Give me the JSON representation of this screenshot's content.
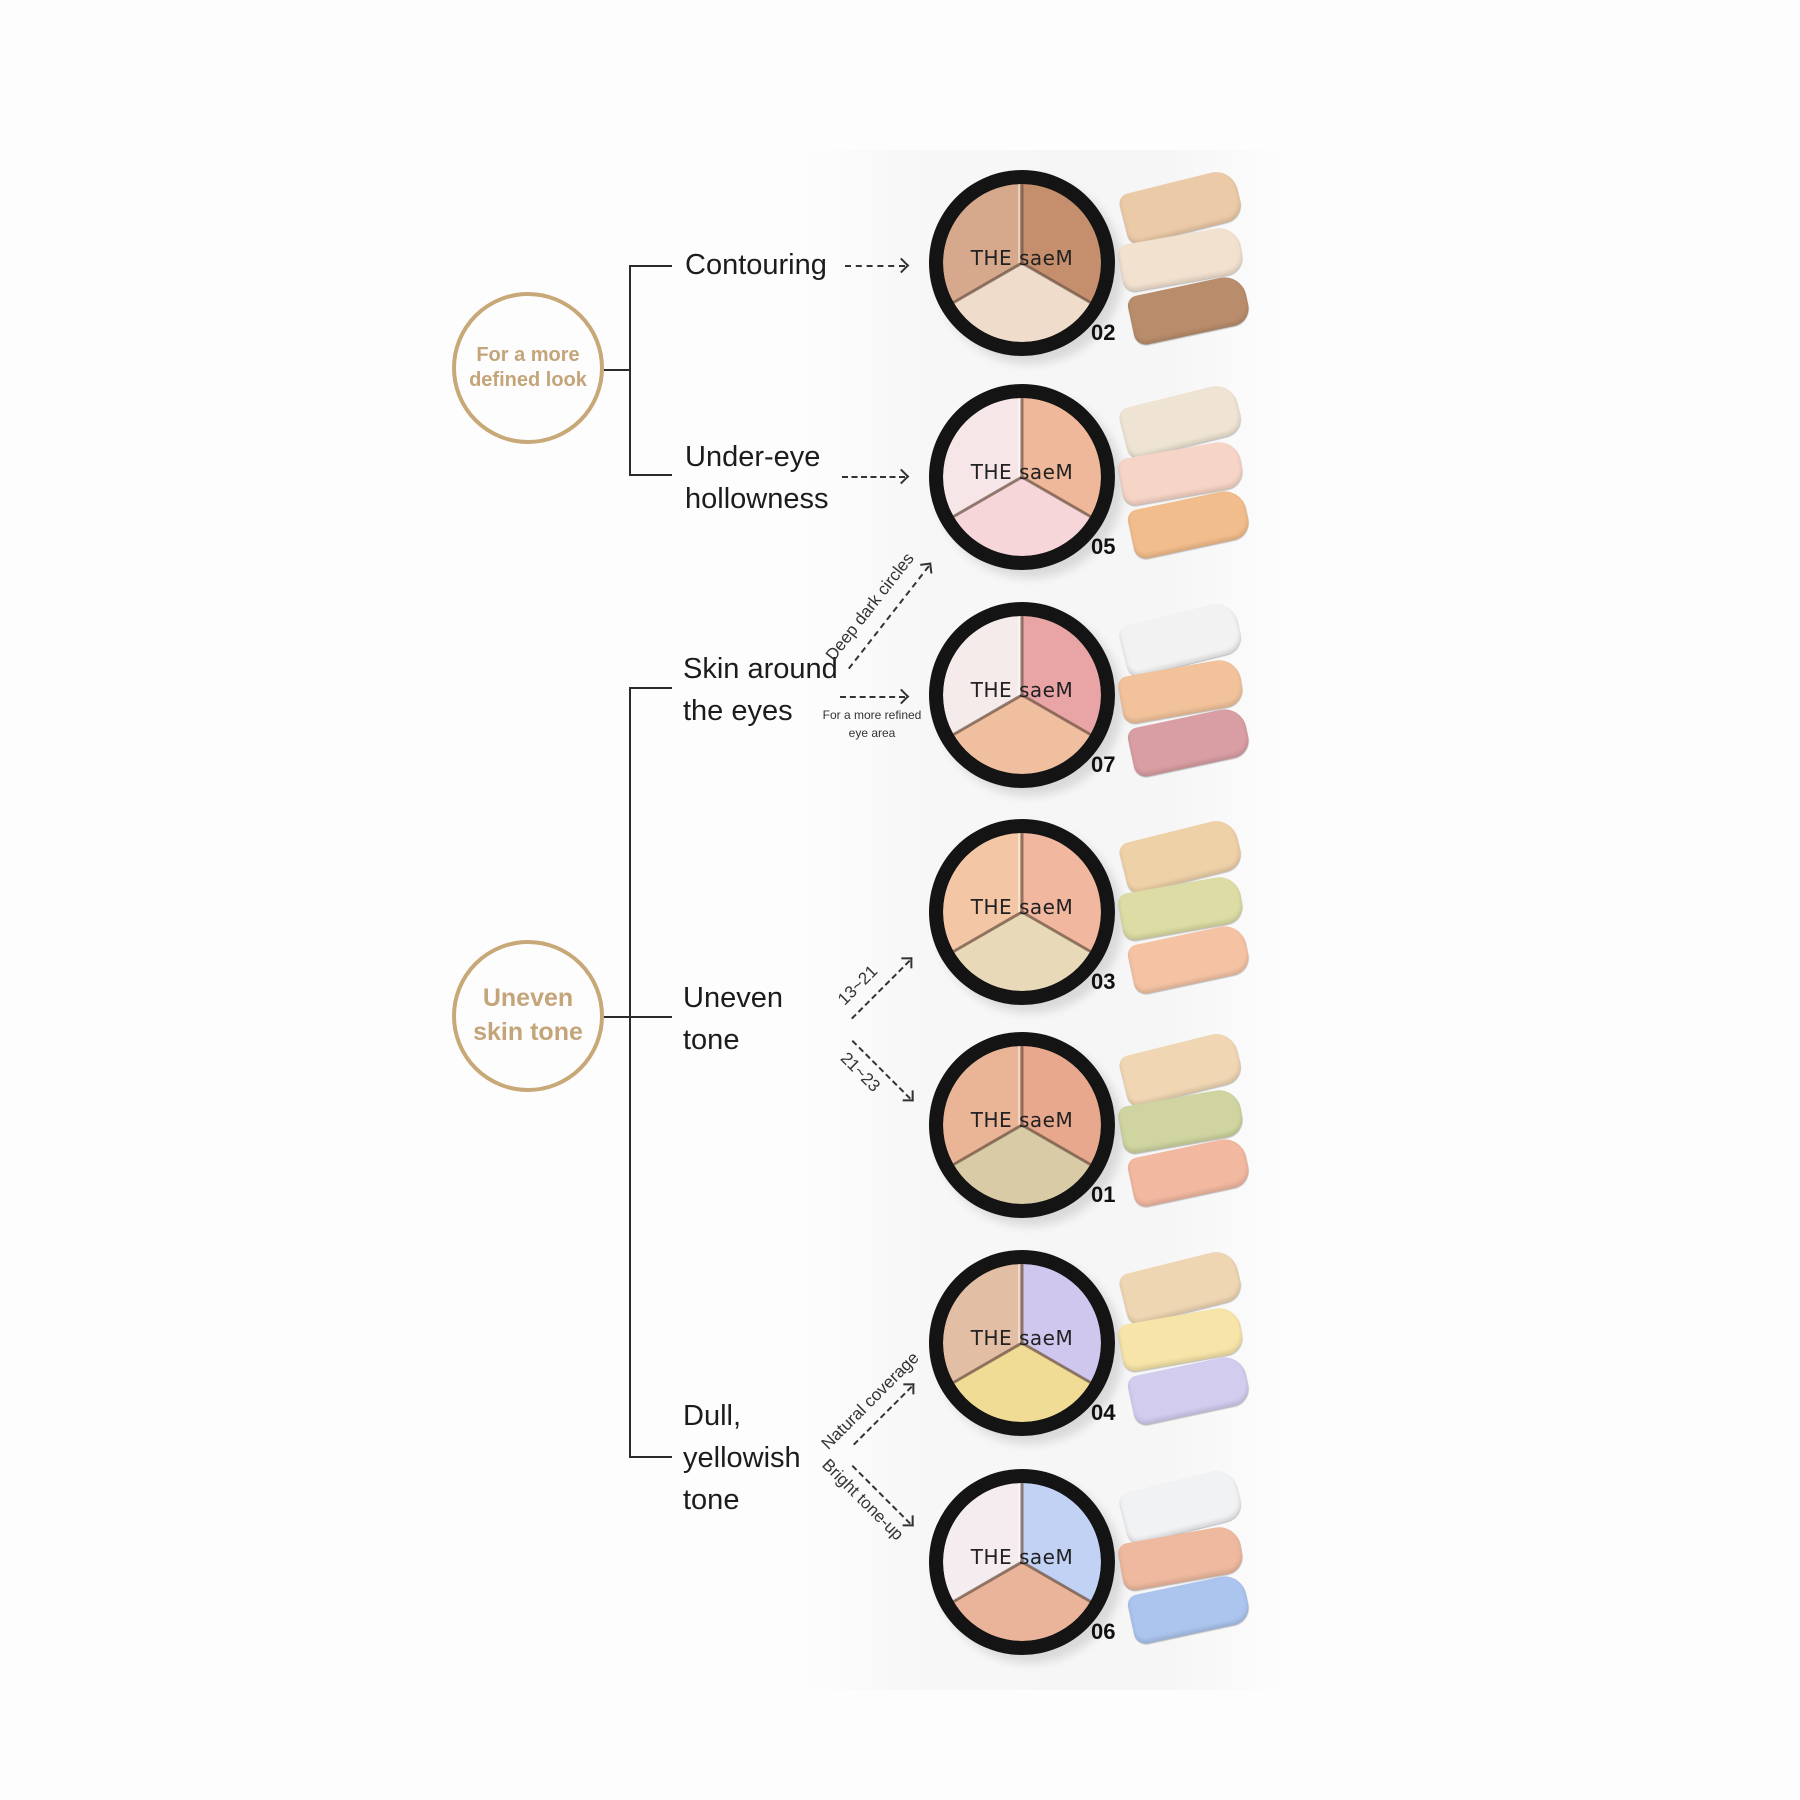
{
  "categories": [
    {
      "id": "defined",
      "label_lines": [
        "For a more",
        "defined look"
      ],
      "color": "#c4a57a"
    },
    {
      "id": "uneven",
      "label_lines": [
        "Uneven",
        "skin tone"
      ],
      "color": "#c4a57a"
    }
  ],
  "concerns": [
    {
      "id": "contouring",
      "lines": [
        "Contouring"
      ]
    },
    {
      "id": "under-eye",
      "lines": [
        "Under-eye",
        "hollowness"
      ]
    },
    {
      "id": "skin-eyes",
      "lines": [
        "Skin around",
        "the eyes"
      ]
    },
    {
      "id": "uneven-tone",
      "lines": [
        "Uneven",
        "tone"
      ]
    },
    {
      "id": "dull",
      "lines": [
        "Dull,",
        "yellowish",
        "tone"
      ]
    }
  ],
  "arrow_labels": {
    "deep_dark_circles": "Deep dark circles",
    "refined_eye_line1": "For a more refined",
    "refined_eye_line2": "eye area",
    "range_13_21": "13~21",
    "range_21_23": "21~23",
    "natural_coverage": "Natural coverage",
    "bright_tone_up": "Bright tone-up"
  },
  "brand": "THE saeM",
  "palettes": [
    {
      "number": "02",
      "colors": {
        "top_left": "#d6a88c",
        "top_right": "#c58f6e",
        "bottom": "#efdccb"
      },
      "swatches": [
        "#ebcaa8",
        "#f3e1cf",
        "#b98d6c"
      ]
    },
    {
      "number": "05",
      "colors": {
        "top_left": "#f6e6e8",
        "top_right": "#f0b89a",
        "bottom": "#f6d6d8"
      },
      "swatches": [
        "#efe4d3",
        "#f6d4c6",
        "#f2bd8c"
      ]
    },
    {
      "number": "07",
      "colors": {
        "top_left": "#f5ebea",
        "top_right": "#e9a4a6",
        "bottom": "#f0bf9f"
      },
      "swatches": [
        "#f2f2f2",
        "#f2c39b",
        "#d99ea3"
      ]
    },
    {
      "number": "03",
      "colors": {
        "top_left": "#f3c6a6",
        "top_right": "#f2b79f",
        "bottom": "#e8dab9"
      },
      "swatches": [
        "#efd1a8",
        "#dcdca4",
        "#f5c3a4"
      ]
    },
    {
      "number": "01",
      "colors": {
        "top_left": "#e9b596",
        "top_right": "#e8a88e",
        "bottom": "#d8cba6"
      },
      "swatches": [
        "#f0d6b3",
        "#cfd4a0",
        "#f2b8a0"
      ]
    },
    {
      "number": "04",
      "colors": {
        "top_left": "#e1bea4",
        "top_right": "#cfc7ee",
        "bottom": "#f1dc96"
      },
      "swatches": [
        "#efd6b3",
        "#f6e4a8",
        "#d2cdef"
      ]
    },
    {
      "number": "06",
      "colors": {
        "top_left": "#f4ecee",
        "top_right": "#c1d2f4",
        "bottom": "#eab49a"
      },
      "swatches": [
        "#f1f2f4",
        "#eeb99e",
        "#abc5ee"
      ]
    }
  ]
}
